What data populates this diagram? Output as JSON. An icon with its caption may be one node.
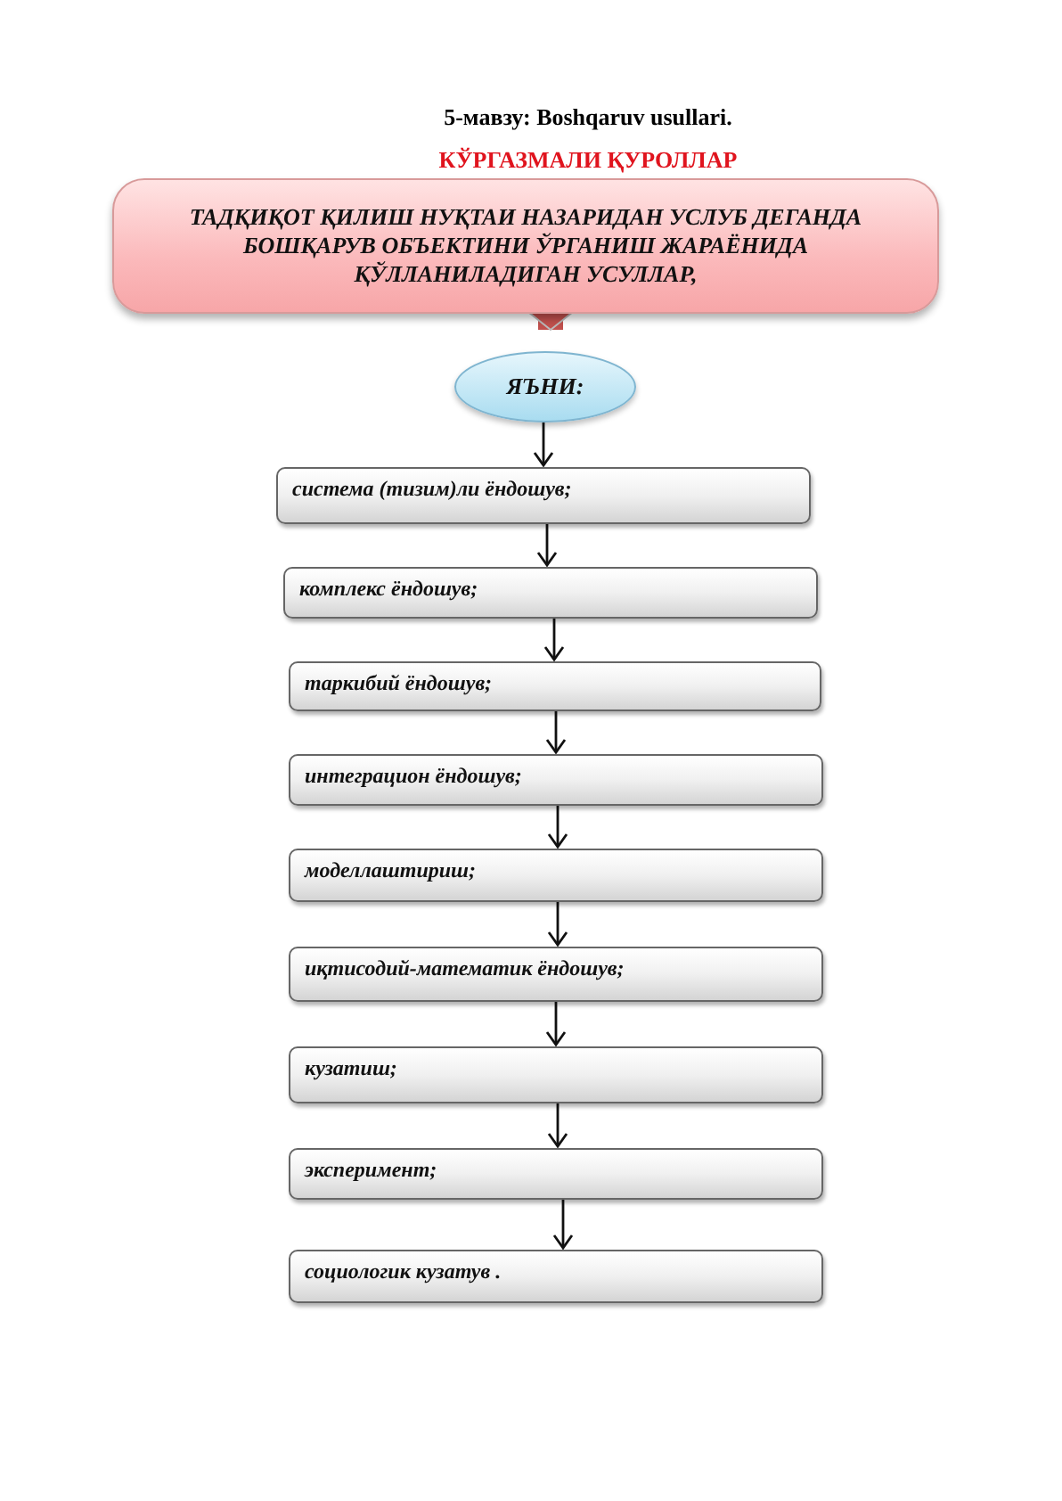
{
  "diagram": {
    "title": "5-мавзу: Boshqaruv usullari.",
    "labels": [
      "КЎРГАЗМАЛИ ҚУРОЛЛАР"
    ],
    "nodes": [
      {
        "text": [
          "ТАДҚИҚОТ ҚИЛИШ НУҚТАИ НАЗАРИДАН УСЛУБ ДЕГАНДА БОШҚАРУВ ОБЪЕКТИНИ ЎРГАНИШ ЖАРАЁНИДА ҚЎЛЛАНИЛАДИГАН УСУЛЛАР,"
        ]
      },
      {
        "text": [
          "ЯЪНИ:"
        ]
      },
      {
        "text": [
          "система (тизим)ли ёндошув;"
        ]
      },
      {
        "text": [
          "комплекс ёндошув;"
        ]
      },
      {
        "text": [
          "таркибий ёндошув;"
        ]
      },
      {
        "text": [
          "интеграцион ёндошув;"
        ]
      },
      {
        "text": [
          "моделлаштириш;"
        ]
      },
      {
        "text": [
          "иқтисодий-математик ёндошув;"
        ]
      },
      {
        "text": [
          "кузатиш;"
        ]
      },
      {
        "text": [
          "эксперимент;"
        ]
      },
      {
        "text": [
          "социологик кузатув ."
        ]
      }
    ],
    "edges": [
      {
        "from": 0,
        "to": 1,
        "arrow": "to",
        "style": "thick",
        "color": "#c0504d"
      },
      {
        "from": 1,
        "to": 2,
        "arrow": "to"
      },
      {
        "from": 2,
        "to": 3,
        "arrow": "to"
      },
      {
        "from": 3,
        "to": 4,
        "arrow": "to"
      },
      {
        "from": 4,
        "to": 5,
        "arrow": "to"
      },
      {
        "from": 5,
        "to": 6,
        "arrow": "to"
      },
      {
        "from": 6,
        "to": 7,
        "arrow": "to"
      },
      {
        "from": 7,
        "to": 8,
        "arrow": "to"
      },
      {
        "from": 8,
        "to": 9,
        "arrow": "to"
      },
      {
        "from": 9,
        "to": 10,
        "arrow": "to"
      }
    ]
  }
}
